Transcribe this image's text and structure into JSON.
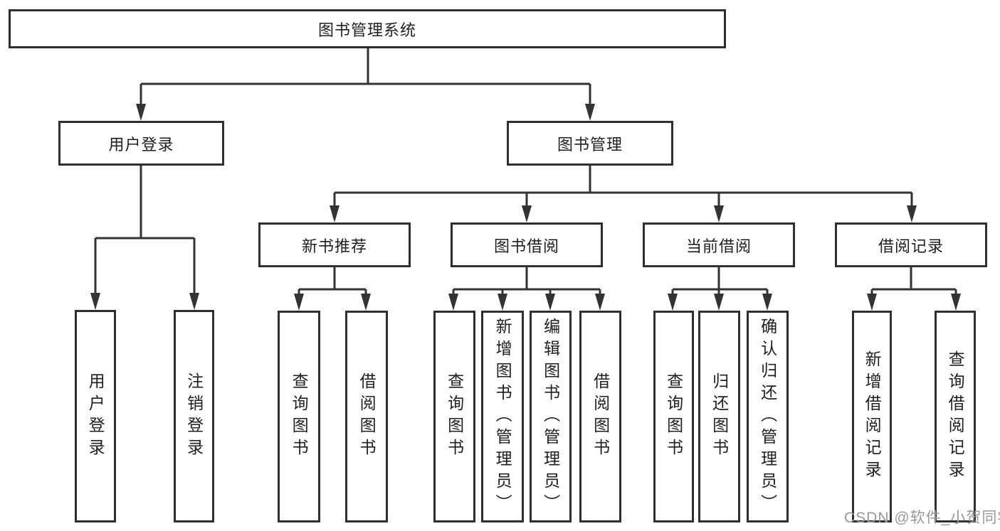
{
  "tree": {
    "root": "图书管理系统",
    "children": [
      {
        "label": "用户登录",
        "children": [
          "用户登录",
          "注销登录"
        ]
      },
      {
        "label": "图书管理",
        "children": [
          {
            "label": "新书推荐",
            "children": [
              "查询图书",
              "借阅图书"
            ]
          },
          {
            "label": "图书借阅",
            "children": [
              "查询图书",
              "新增图书（管理员）",
              "编辑图书（管理员）",
              "借阅图书"
            ]
          },
          {
            "label": "当前借阅",
            "children": [
              "查询图书",
              "归还图书",
              "确认归还（管理员）"
            ]
          },
          {
            "label": "借阅记录",
            "children": [
              "新增借阅记录",
              "查询借阅记录"
            ]
          }
        ]
      }
    ]
  },
  "watermark": {
    "text": "CSDN @软件_小贺同学",
    "color": "#999999"
  },
  "colors": {
    "line": "#333333",
    "box_border": "#2f2f2f",
    "box_background": "#ffffff",
    "text": "#1f1f1f",
    "page_background": "#ffffff"
  }
}
